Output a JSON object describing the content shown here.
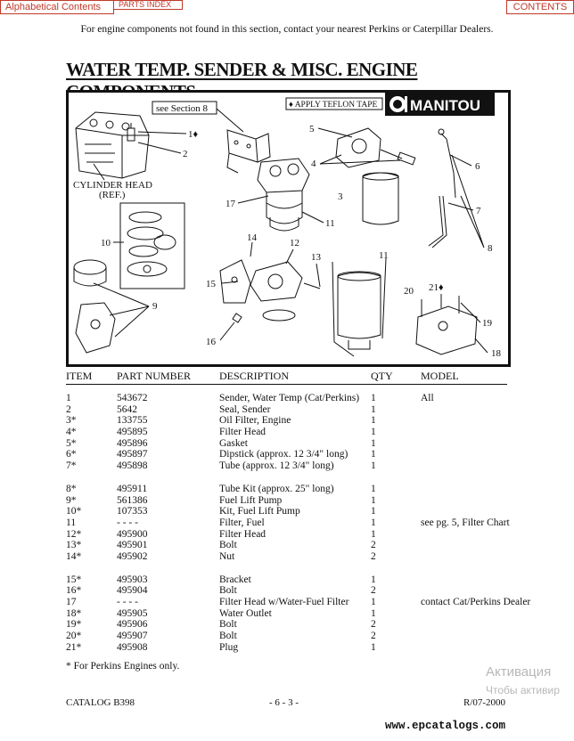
{
  "nav": {
    "alphabetical": "Alphabetical Contents",
    "parts_index": "PARTS INDEX",
    "contents": "CONTENTS"
  },
  "notice": "For engine components not found in this section, contact your nearest Perkins or Caterpillar Dealers.",
  "title": "WATER TEMP. SENDER & MISC. ENGINE COMPONENTS",
  "diagram": {
    "see_section": "see Section 8",
    "teflon_note": "♦ APPLY TEFLON TAPE",
    "logo": "MANITOU",
    "cylinder_head_label_1": "CYLINDER HEAD",
    "cylinder_head_label_2": "(REF.)",
    "callouts": {
      "c1": "1♦",
      "c2": "2",
      "c3": "3",
      "c4": "4",
      "c5": "5",
      "c6": "6",
      "c7": "7",
      "c8": "8",
      "c9": "9",
      "c10": "10",
      "c11a": "11",
      "c11b": "11",
      "c12": "12",
      "c13": "13",
      "c14": "14",
      "c15": "15",
      "c16": "16",
      "c17": "17",
      "c18": "18",
      "c19": "19",
      "c20": "20",
      "c21": "21♦"
    }
  },
  "table": {
    "headers": {
      "item": "ITEM",
      "part": "PART NUMBER",
      "desc": "DESCRIPTION",
      "qty": "QTY",
      "model": "MODEL"
    },
    "group1": [
      {
        "item": "1",
        "part": "543672",
        "desc": "Sender, Water Temp (Cat/Perkins)",
        "qty": "1",
        "model": "All"
      },
      {
        "item": "2",
        "part": "5642",
        "desc": "Seal, Sender",
        "qty": "1",
        "model": ""
      },
      {
        "item": "3*",
        "part": "133755",
        "desc": "Oil Filter, Engine",
        "qty": "1",
        "model": ""
      },
      {
        "item": "4*",
        "part": "495895",
        "desc": "Filter Head",
        "qty": "1",
        "model": ""
      },
      {
        "item": "5*",
        "part": "495896",
        "desc": "Gasket",
        "qty": "1",
        "model": ""
      },
      {
        "item": "6*",
        "part": "495897",
        "desc": "Dipstick (approx. 12 3/4\" long)",
        "qty": "1",
        "model": ""
      },
      {
        "item": "7*",
        "part": "495898",
        "desc": "Tube (approx. 12 3/4\" long)",
        "qty": "1",
        "model": ""
      }
    ],
    "group2": [
      {
        "item": "8*",
        "part": "495911",
        "desc": "Tube Kit (approx. 25\" long)",
        "qty": "1",
        "model": ""
      },
      {
        "item": "9*",
        "part": "561386",
        "desc": "Fuel Lift Pump",
        "qty": "1",
        "model": ""
      },
      {
        "item": "10*",
        "part": "107353",
        "desc": "Kit, Fuel Lift Pump",
        "qty": "1",
        "model": ""
      },
      {
        "item": "11",
        "part": "- - - -",
        "desc": "Filter, Fuel",
        "qty": "1",
        "model": "see pg. 5, Filter Chart"
      },
      {
        "item": "12*",
        "part": "495900",
        "desc": "Filter Head",
        "qty": "1",
        "model": ""
      },
      {
        "item": "13*",
        "part": "495901",
        "desc": "Bolt",
        "qty": "2",
        "model": ""
      },
      {
        "item": "14*",
        "part": "495902",
        "desc": "Nut",
        "qty": "2",
        "model": ""
      }
    ],
    "group3": [
      {
        "item": "15*",
        "part": "495903",
        "desc": "Bracket",
        "qty": "1",
        "model": ""
      },
      {
        "item": "16*",
        "part": "495904",
        "desc": "Bolt",
        "qty": "2",
        "model": ""
      },
      {
        "item": "17",
        "part": "- - - -",
        "desc": "Filter Head w/Water-Fuel Filter",
        "qty": "1",
        "model": "contact Cat/Perkins Dealer"
      },
      {
        "item": "18*",
        "part": "495905",
        "desc": "Water Outlet",
        "qty": "1",
        "model": ""
      },
      {
        "item": "19*",
        "part": "495906",
        "desc": "Bolt",
        "qty": "2",
        "model": ""
      },
      {
        "item": "20*",
        "part": "495907",
        "desc": "Bolt",
        "qty": "2",
        "model": ""
      },
      {
        "item": "21*",
        "part": "495908",
        "desc": "Plug",
        "qty": "1",
        "model": ""
      }
    ]
  },
  "footnote": "* For Perkins Engines only.",
  "footer": {
    "catalog": "CATALOG B398",
    "page": "- 6 - 3 -",
    "revision": "R/07-2000"
  },
  "watermark": {
    "line1": "Активация",
    "line2": "Чтобы активир"
  },
  "site": "www.epcatalogs.com"
}
